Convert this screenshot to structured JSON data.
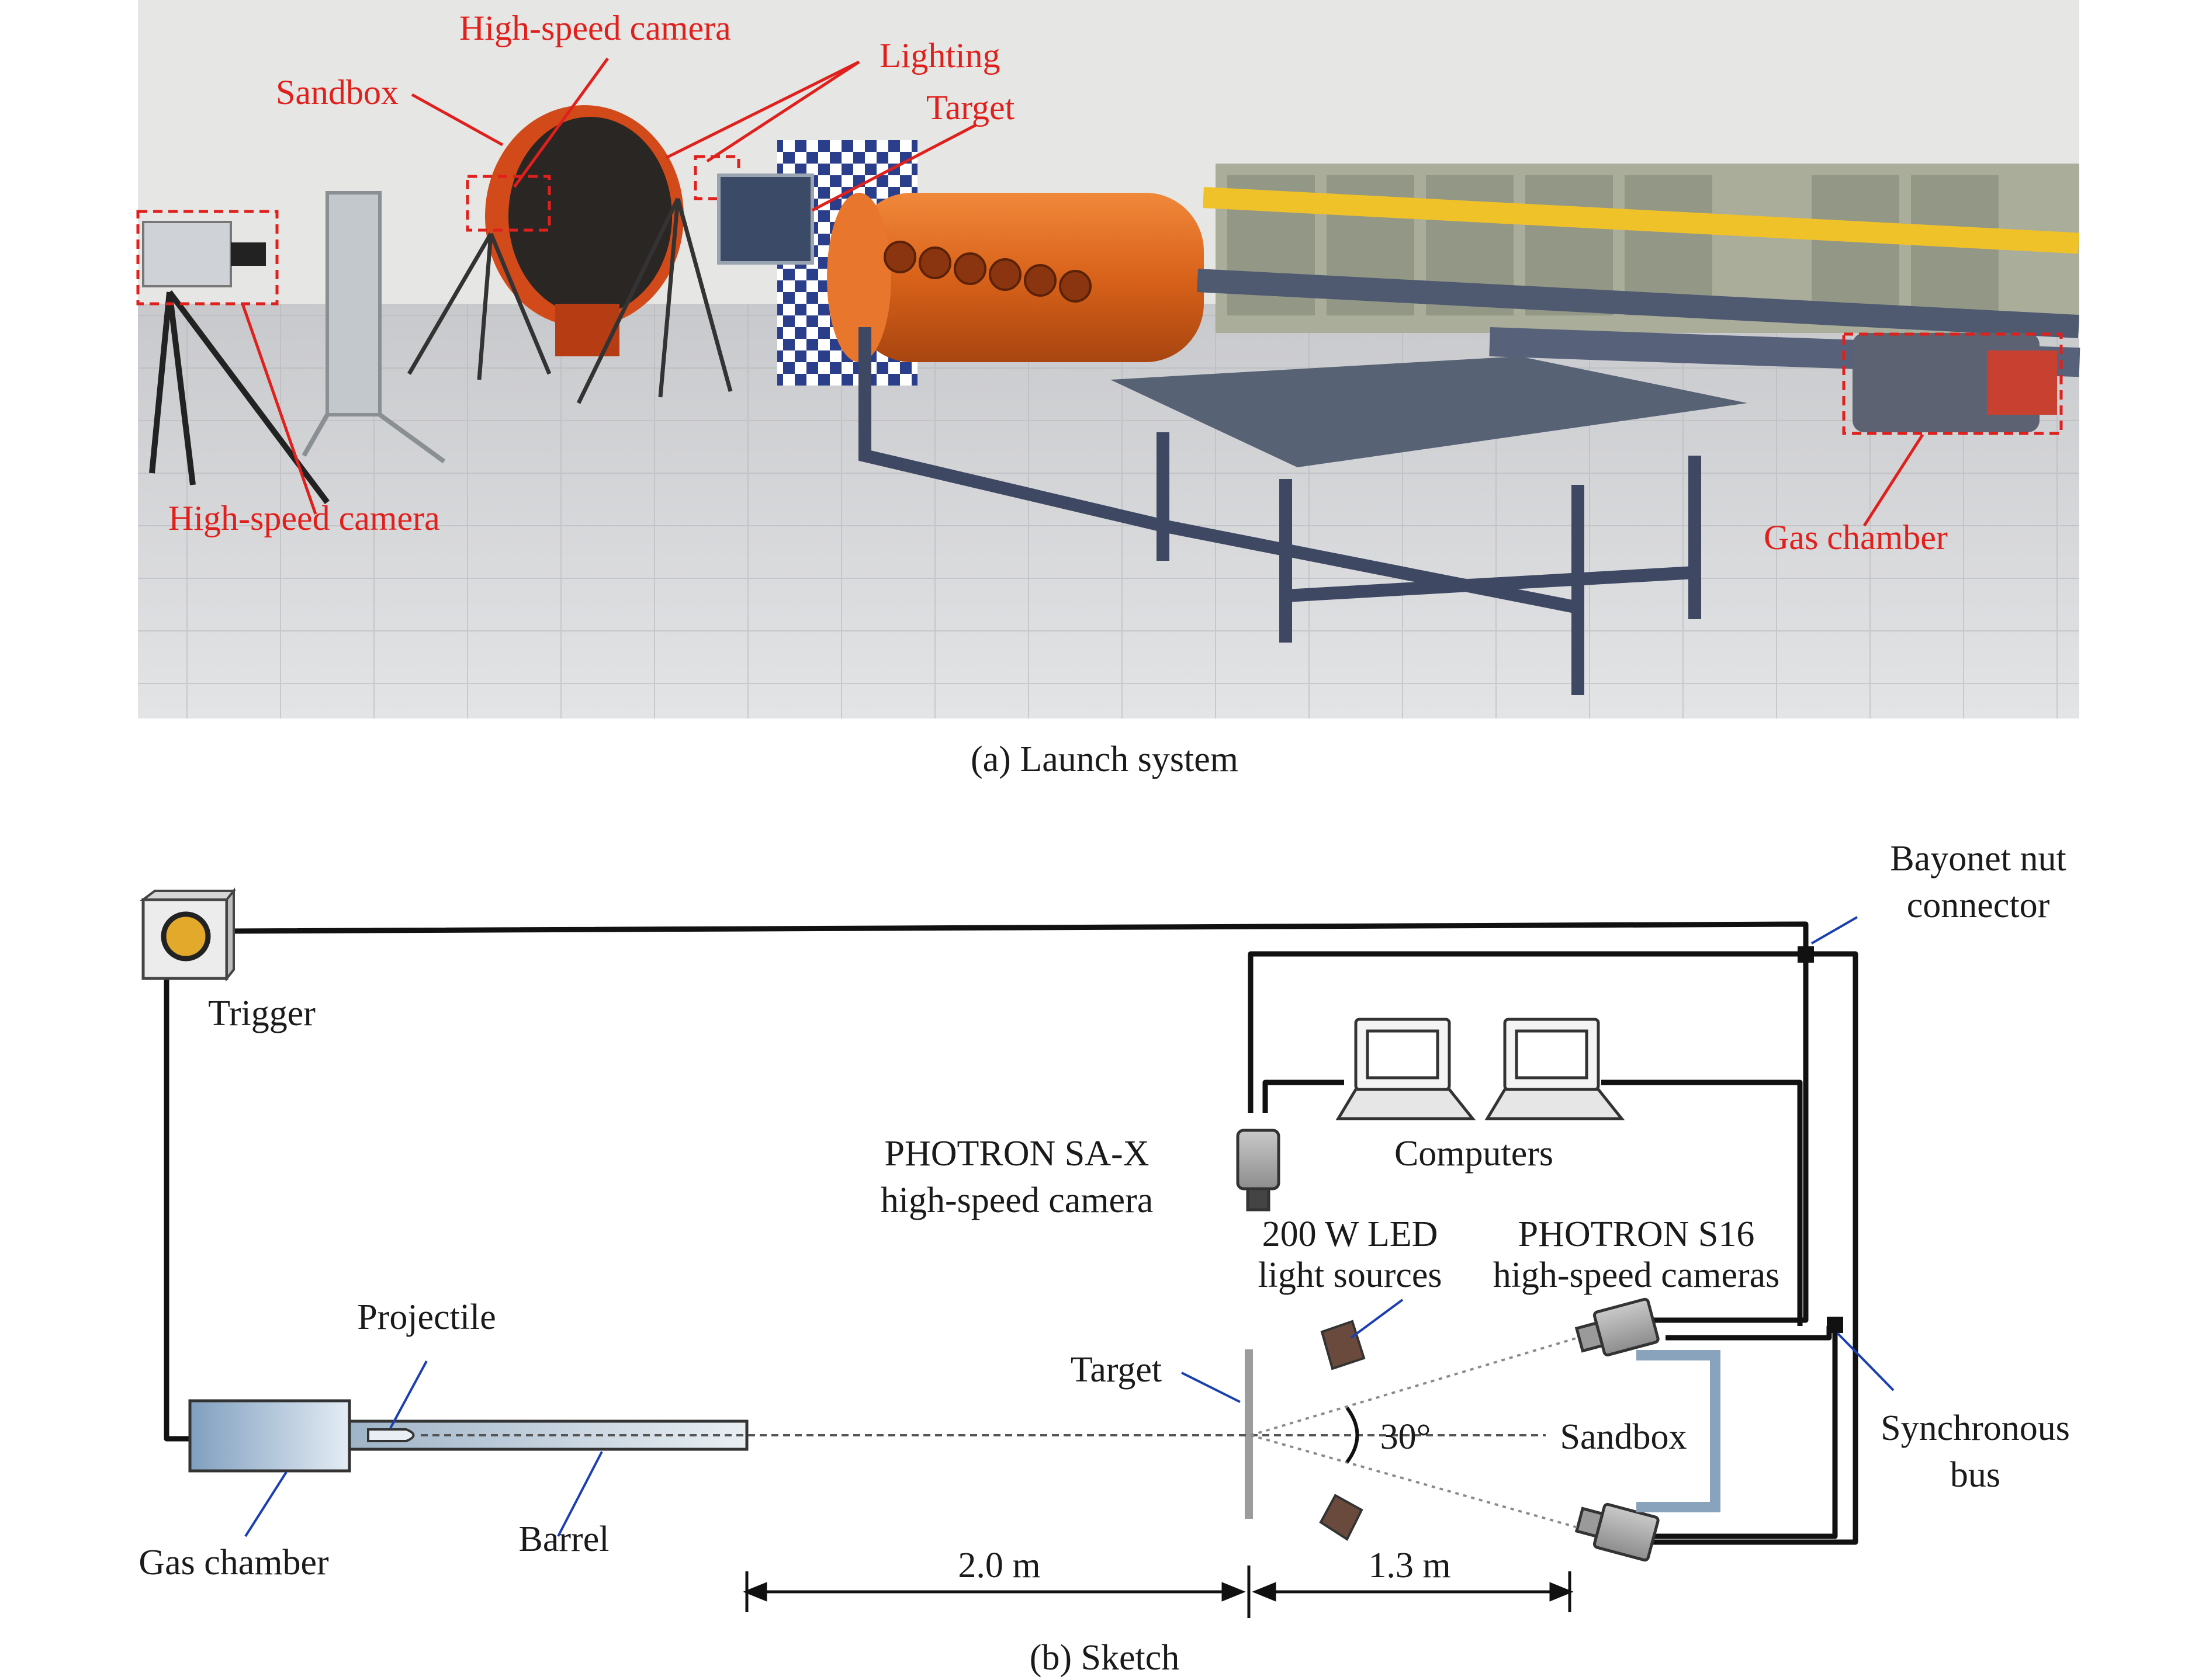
{
  "photo": {
    "labels": {
      "sandbox": "Sandbox",
      "hs_camera_top": "High-speed camera",
      "lighting": "Lighting",
      "target": "Target",
      "hs_camera_left": "High-speed camera",
      "gas_chamber": "Gas chamber"
    },
    "caption": "(a) Launch system"
  },
  "sketch": {
    "labels": {
      "bayonet_1": "Bayonet nut",
      "bayonet_2": "connector",
      "trigger": "Trigger",
      "computers": "Computers",
      "sax_1": "PHOTRON SA-X",
      "sax_2": "high-speed camera",
      "led_1": "200 W LED",
      "led_2": "light sources",
      "s16_1": "PHOTRON S16",
      "s16_2": "high-speed cameras",
      "projectile": "Projectile",
      "target": "Target",
      "angle": "30°",
      "sandbox": "Sandbox",
      "sync_1": "Synchronous",
      "sync_2": "bus",
      "gas_chamber": "Gas chamber",
      "barrel": "Barrel",
      "dist_1": "2.0 m",
      "dist_2": "1.3 m"
    },
    "caption": "(b) Sketch"
  }
}
